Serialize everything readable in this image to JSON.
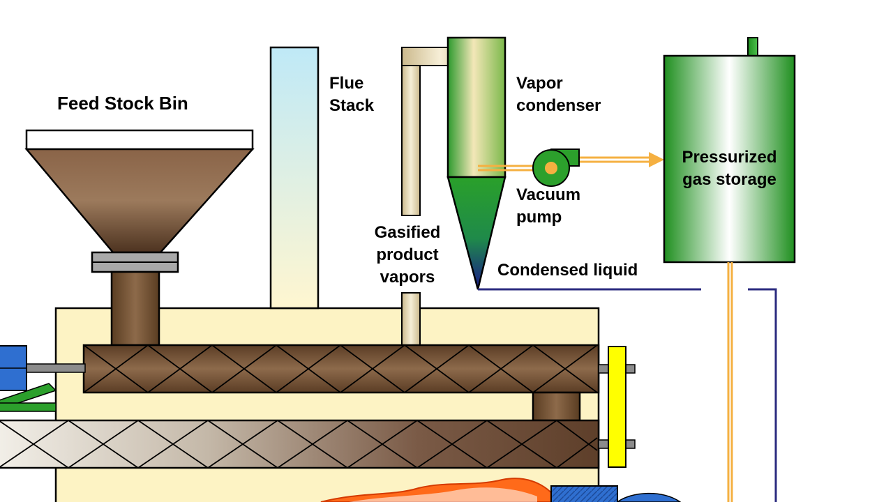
{
  "labels": {
    "feed_stock_bin": "Feed Stock Bin",
    "flue_stack": [
      "Flue",
      "Stack"
    ],
    "vapor_condenser": [
      "Vapor",
      "condenser"
    ],
    "vacuum_pump": [
      "Vacuum",
      "pump"
    ],
    "pressurized_gas_storage": [
      "Pressurized",
      "gas storage"
    ],
    "gasified_product_vapors": [
      "Gasified",
      "product",
      "vapors"
    ],
    "condensed_liquid": "Condensed liquid"
  },
  "colors": {
    "hopper_brown": "#6b4a2e",
    "auger_brown": "#6f4e33",
    "furnace_cream": "#fdf3c4",
    "condenser_green": "#2e9a2e",
    "storage_green": "#1f8f1f",
    "stack_blue": "#cdeef8",
    "vapor_pipe_tan": "#e6d8b8",
    "gas_line_orange": "#f5b041",
    "liquid_line_navy": "#2b2b7f",
    "flame_orange": "#ff6a1a",
    "drive_blue": "#2f6fd0",
    "flange_yellow": "#ffff00"
  }
}
